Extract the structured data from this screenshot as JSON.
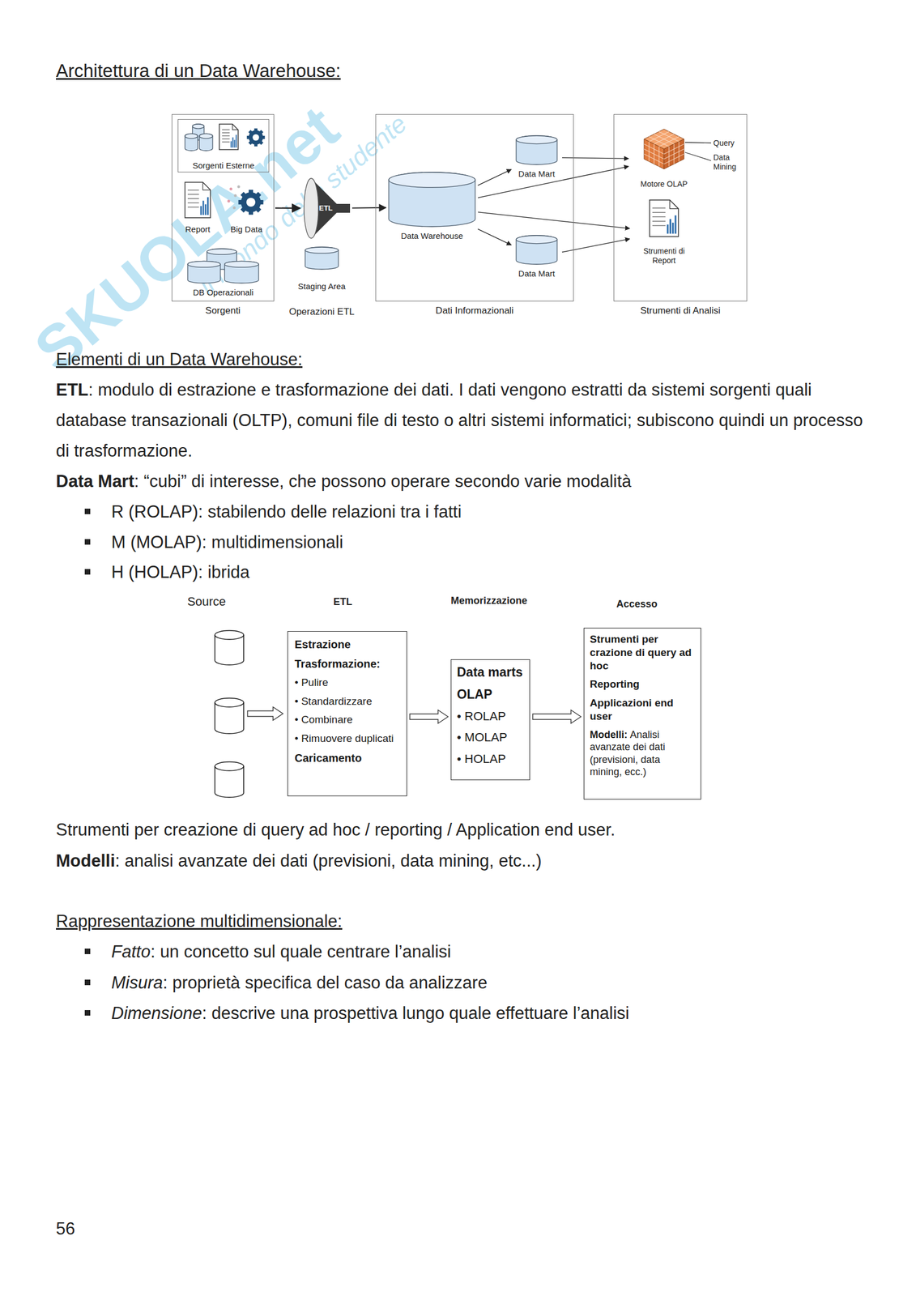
{
  "diagram": {
    "title": "Architettura di un Data Warehouse:",
    "nodes": [
      {
        "text": [
          "Sorgenti"
        ]
      },
      {
        "text": [
          "Sorgenti Esterne"
        ],
        "in": 0
      },
      {
        "text": [
          "Report"
        ],
        "in": 0
      },
      {
        "text": [
          "Big Data"
        ],
        "in": 0
      },
      {
        "text": [
          "DB Operazionali"
        ],
        "in": 0
      },
      {
        "text": [
          "ETL"
        ]
      },
      {
        "text": [
          "Staging Area"
        ]
      },
      {
        "text": [
          "Dati Informazionali"
        ]
      },
      {
        "text": [
          "Data Warehouse"
        ],
        "in": 7
      },
      {
        "text": [
          "Data Mart"
        ],
        "in": 7
      },
      {
        "text": [
          "Data Mart"
        ],
        "in": 7
      },
      {
        "text": [
          "Strumenti di Analisi"
        ]
      },
      {
        "text": [
          "Motore OLAP"
        ],
        "in": 11
      },
      {
        "text": [
          "Strumenti di Report"
        ],
        "in": 11
      },
      {
        "text": [
          "Estrazione",
          "Trasformazione:",
          "• Pulire",
          "• Standardizzare",
          "• Combinare",
          "• Rimuovere duplicati",
          "Caricamento"
        ]
      },
      {
        "text": [
          "Data marts",
          "OLAP",
          "• ROLAP",
          "• MOLAP",
          "• HOLAP"
        ]
      },
      {
        "text": [
          "Strumenti per crazione di query ad hoc",
          "Reporting",
          "Applicazioni end user",
          "Modelli:",
          "Analisi avanzate dei dati (previsioni, data mining, ecc.)"
        ]
      }
    ],
    "edges": [
      {
        "from": 0,
        "to": 5,
        "arrow": "to"
      },
      {
        "from": 5,
        "to": 8,
        "arrow": "to"
      },
      {
        "from": 8,
        "to": 9,
        "arrow": "to"
      },
      {
        "from": 8,
        "to": 10,
        "arrow": "to"
      },
      {
        "from": 9,
        "to": 12,
        "arrow": "to"
      },
      {
        "from": 8,
        "to": 12,
        "arrow": "to"
      },
      {
        "from": 8,
        "to": 13,
        "arrow": "to"
      },
      {
        "from": 10,
        "to": 13,
        "arrow": "to"
      },
      {
        "from": 14,
        "to": 15,
        "arrow": "to"
      },
      {
        "from": 15,
        "to": 16,
        "arrow": "to"
      }
    ],
    "labels": [
      "Query",
      "Data Mining",
      "Operazioni ETL",
      "Elementi di un Data Warehouse:",
      "ETL",
      ": modulo di estrazione e trasformazione dei dati. I dati vengono estratti da sistemi sorgenti quali database transazionali (OLTP), comuni file di testo o altri sistemi informatici; subiscono quindi un processo di trasformazione.",
      "Data Mart",
      ": “cubi” di interesse, che possono operare secondo varie modalità",
      "R (ROLAP): stabilendo delle relazioni tra i fatti",
      "M (MOLAP): multidimensionali",
      "H (HOLAP): ibrida",
      "Source",
      "ETL",
      "Memorizzazione",
      "Accesso",
      "Strumenti per creazione di query ad hoc / reporting / Application end user.",
      "Modelli",
      ": analisi avanzate dei dati (previsioni, data mining, etc...)",
      "Rappresentazione multidimensionale:",
      "Fatto",
      ": un concetto sul quale centrare l’analisi",
      "Misura",
      ": proprietà specifica del caso da analizzare",
      "Dimensione",
      ": descrive una prospettiva lungo quale effettuare l’analisi",
      "56",
      "SKUOLA.net",
      "il mondo dello studente"
    ]
  }
}
